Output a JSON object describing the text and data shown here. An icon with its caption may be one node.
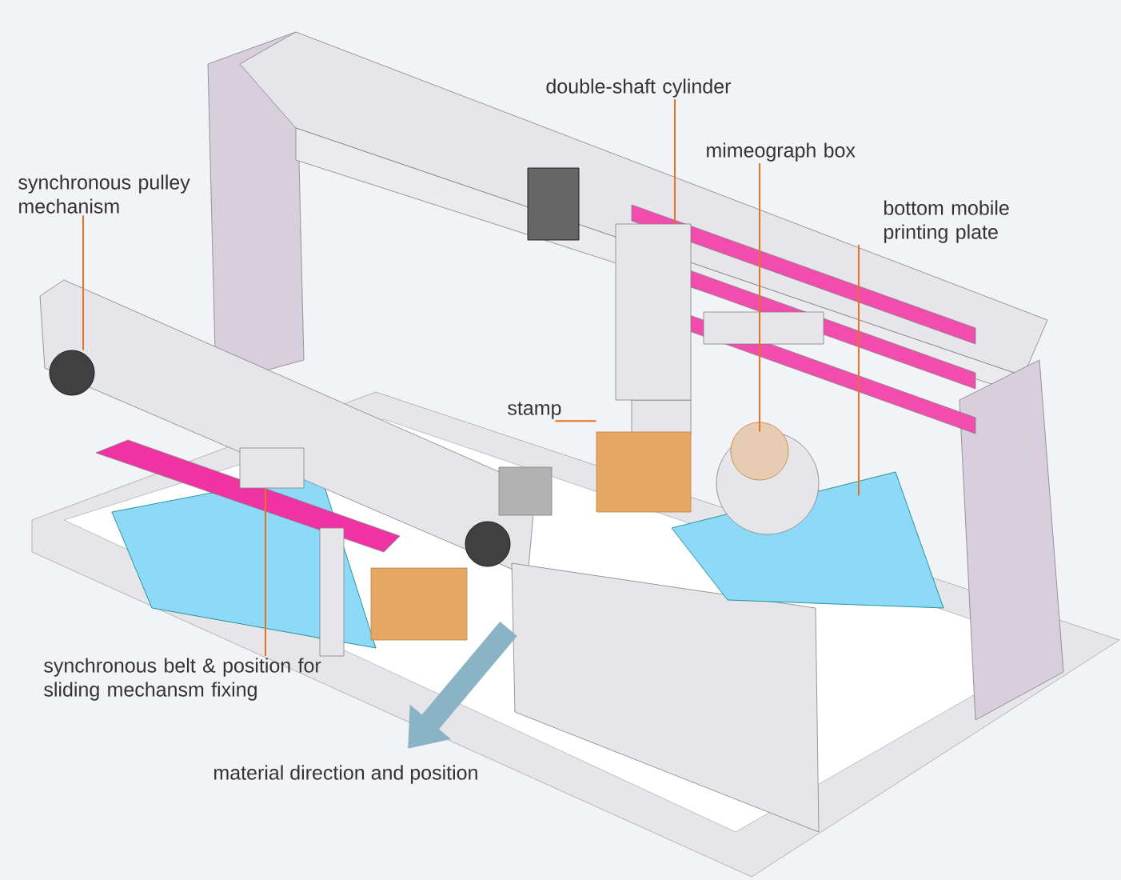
{
  "diagram": {
    "nodes": [
      {
        "text": [
          "synchronous pulley mechanism"
        ]
      },
      {
        "text": [
          "double-shaft cylinder"
        ]
      },
      {
        "text": [
          "mimeograph box"
        ]
      },
      {
        "text": [
          "bottom mobile printing plate"
        ]
      },
      {
        "text": [
          "stamp"
        ]
      },
      {
        "text": [
          "synchronous belt & position for sliding mechansm fixing"
        ]
      },
      {
        "text": [],
        "shape": "circle"
      },
      {
        "text": [],
        "shape": "box"
      },
      {
        "text": [],
        "shape": "box"
      },
      {
        "text": [],
        "shape": "circle"
      },
      {
        "text": [],
        "shape": "box"
      },
      {
        "text": [],
        "shape": "box"
      }
    ],
    "edges": [
      {
        "from": 0,
        "to": 6,
        "arrow": "none"
      },
      {
        "from": 1,
        "to": 7,
        "arrow": "none"
      },
      {
        "from": 2,
        "to": 9,
        "arrow": "none"
      },
      {
        "from": 3,
        "to": 8,
        "arrow": "none"
      },
      {
        "from": 4,
        "to": 10,
        "arrow": "none"
      },
      {
        "from": 5,
        "to": 11,
        "arrow": "none"
      }
    ],
    "labels": [
      "material direction and position"
    ]
  }
}
